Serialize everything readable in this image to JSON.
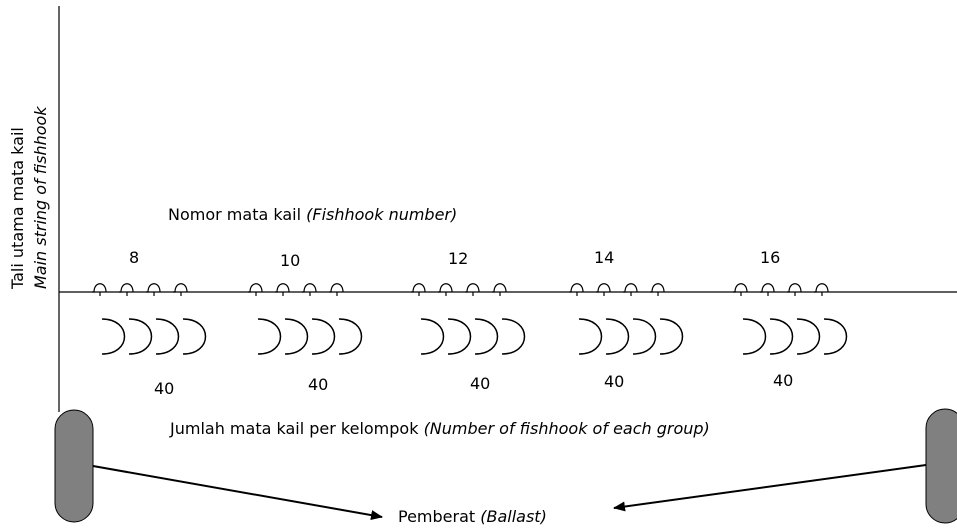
{
  "main_string_label": {
    "id": "Tali utama mata kail",
    "en": "Main string of fishhook"
  },
  "fishhook_number_label": {
    "id": "Nomor mata kail ",
    "en": "(Fishhook number)"
  },
  "group_count_label": {
    "id": "Jumlah mata kail per kelompok ",
    "en": "(Number of fishhook of each group)"
  },
  "ballast_label": {
    "id": "Pemberat ",
    "en": "(Ballast)"
  },
  "hook_groups": [
    {
      "number": "8",
      "count": "40"
    },
    {
      "number": "10",
      "count": "40"
    },
    {
      "number": "12",
      "count": "40"
    },
    {
      "number": "14",
      "count": "40"
    },
    {
      "number": "16",
      "count": "40"
    }
  ],
  "colors": {
    "line": "#000000",
    "ballast_fill": "#808080"
  }
}
